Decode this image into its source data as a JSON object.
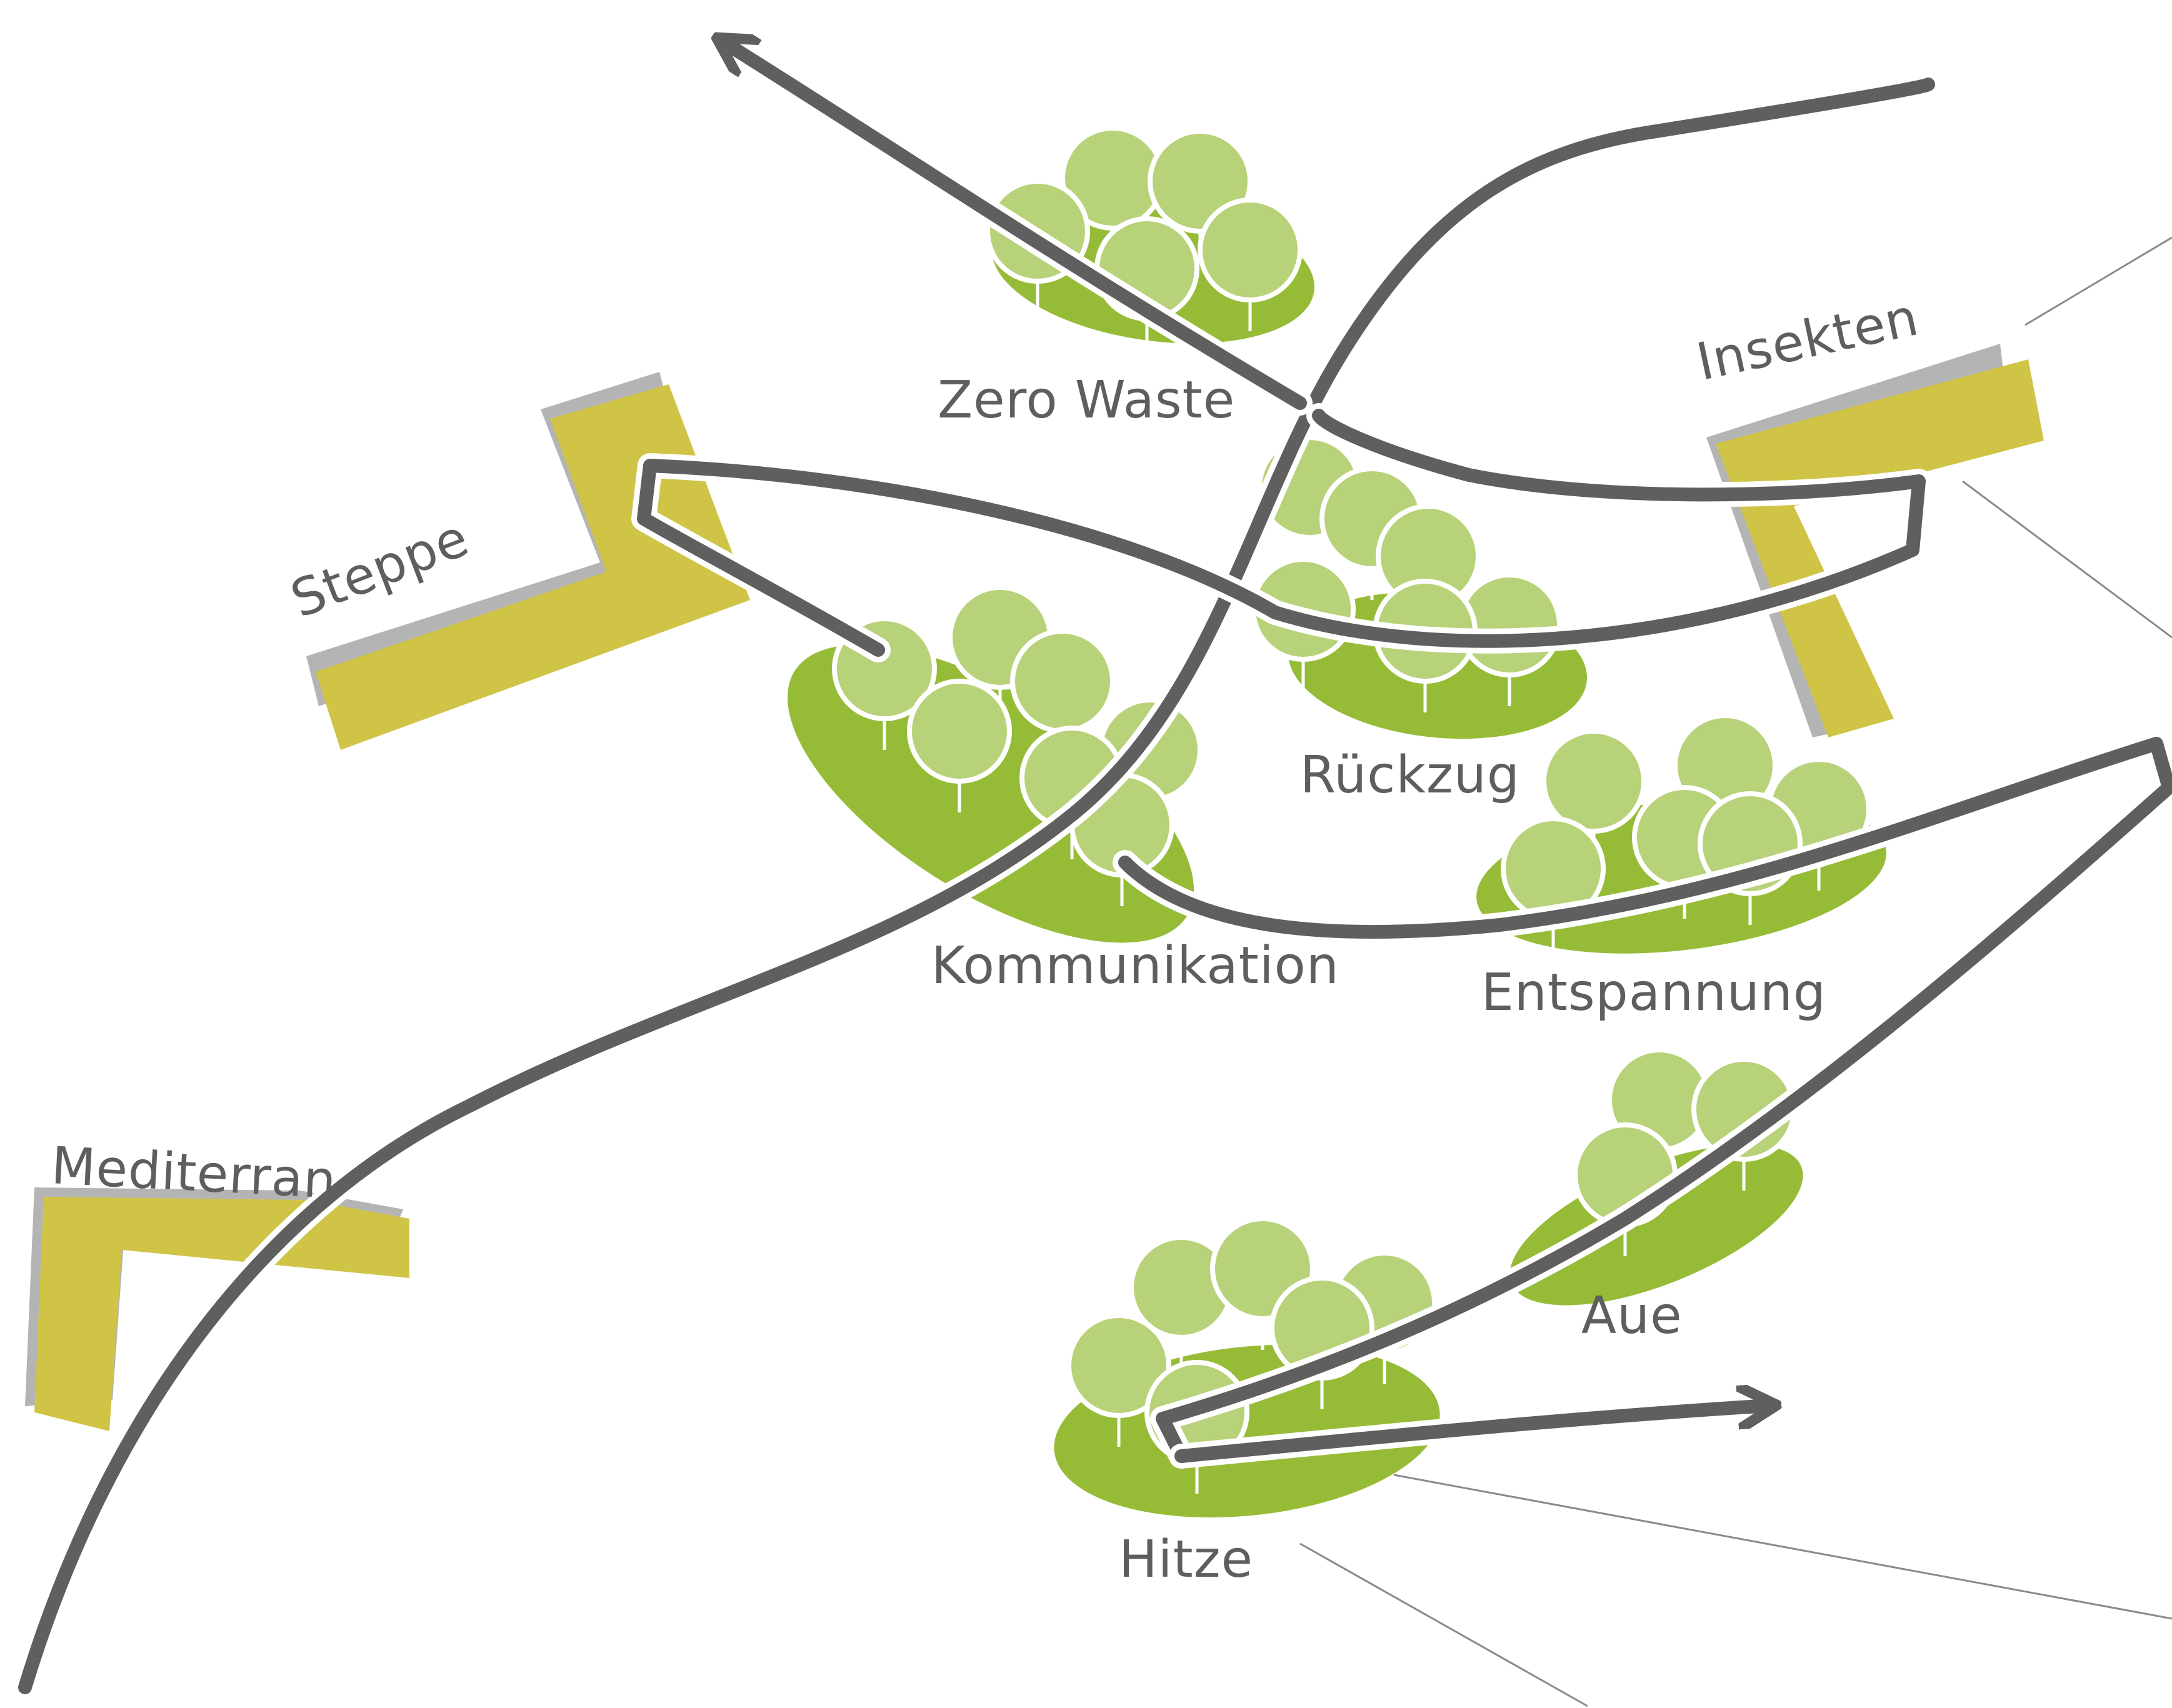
{
  "labels": {
    "zero_waste": "Zero Waste",
    "insekten": "Insekten",
    "steppe": "Steppe",
    "rueckzug": "Rückzug",
    "kommunikation": "Kommunikation",
    "entspannung": "Entspannung",
    "mediterran": "Mediterran",
    "aue": "Aue",
    "hitze": "Hitze"
  },
  "colors": {
    "path": "#5f5f5f",
    "ground_green": "#96bc37",
    "tree_green": "#b8d27a",
    "block_yellow": "#d0c447",
    "block_shadow": "#b4b4b4",
    "label_text": "#5e5e5e"
  }
}
